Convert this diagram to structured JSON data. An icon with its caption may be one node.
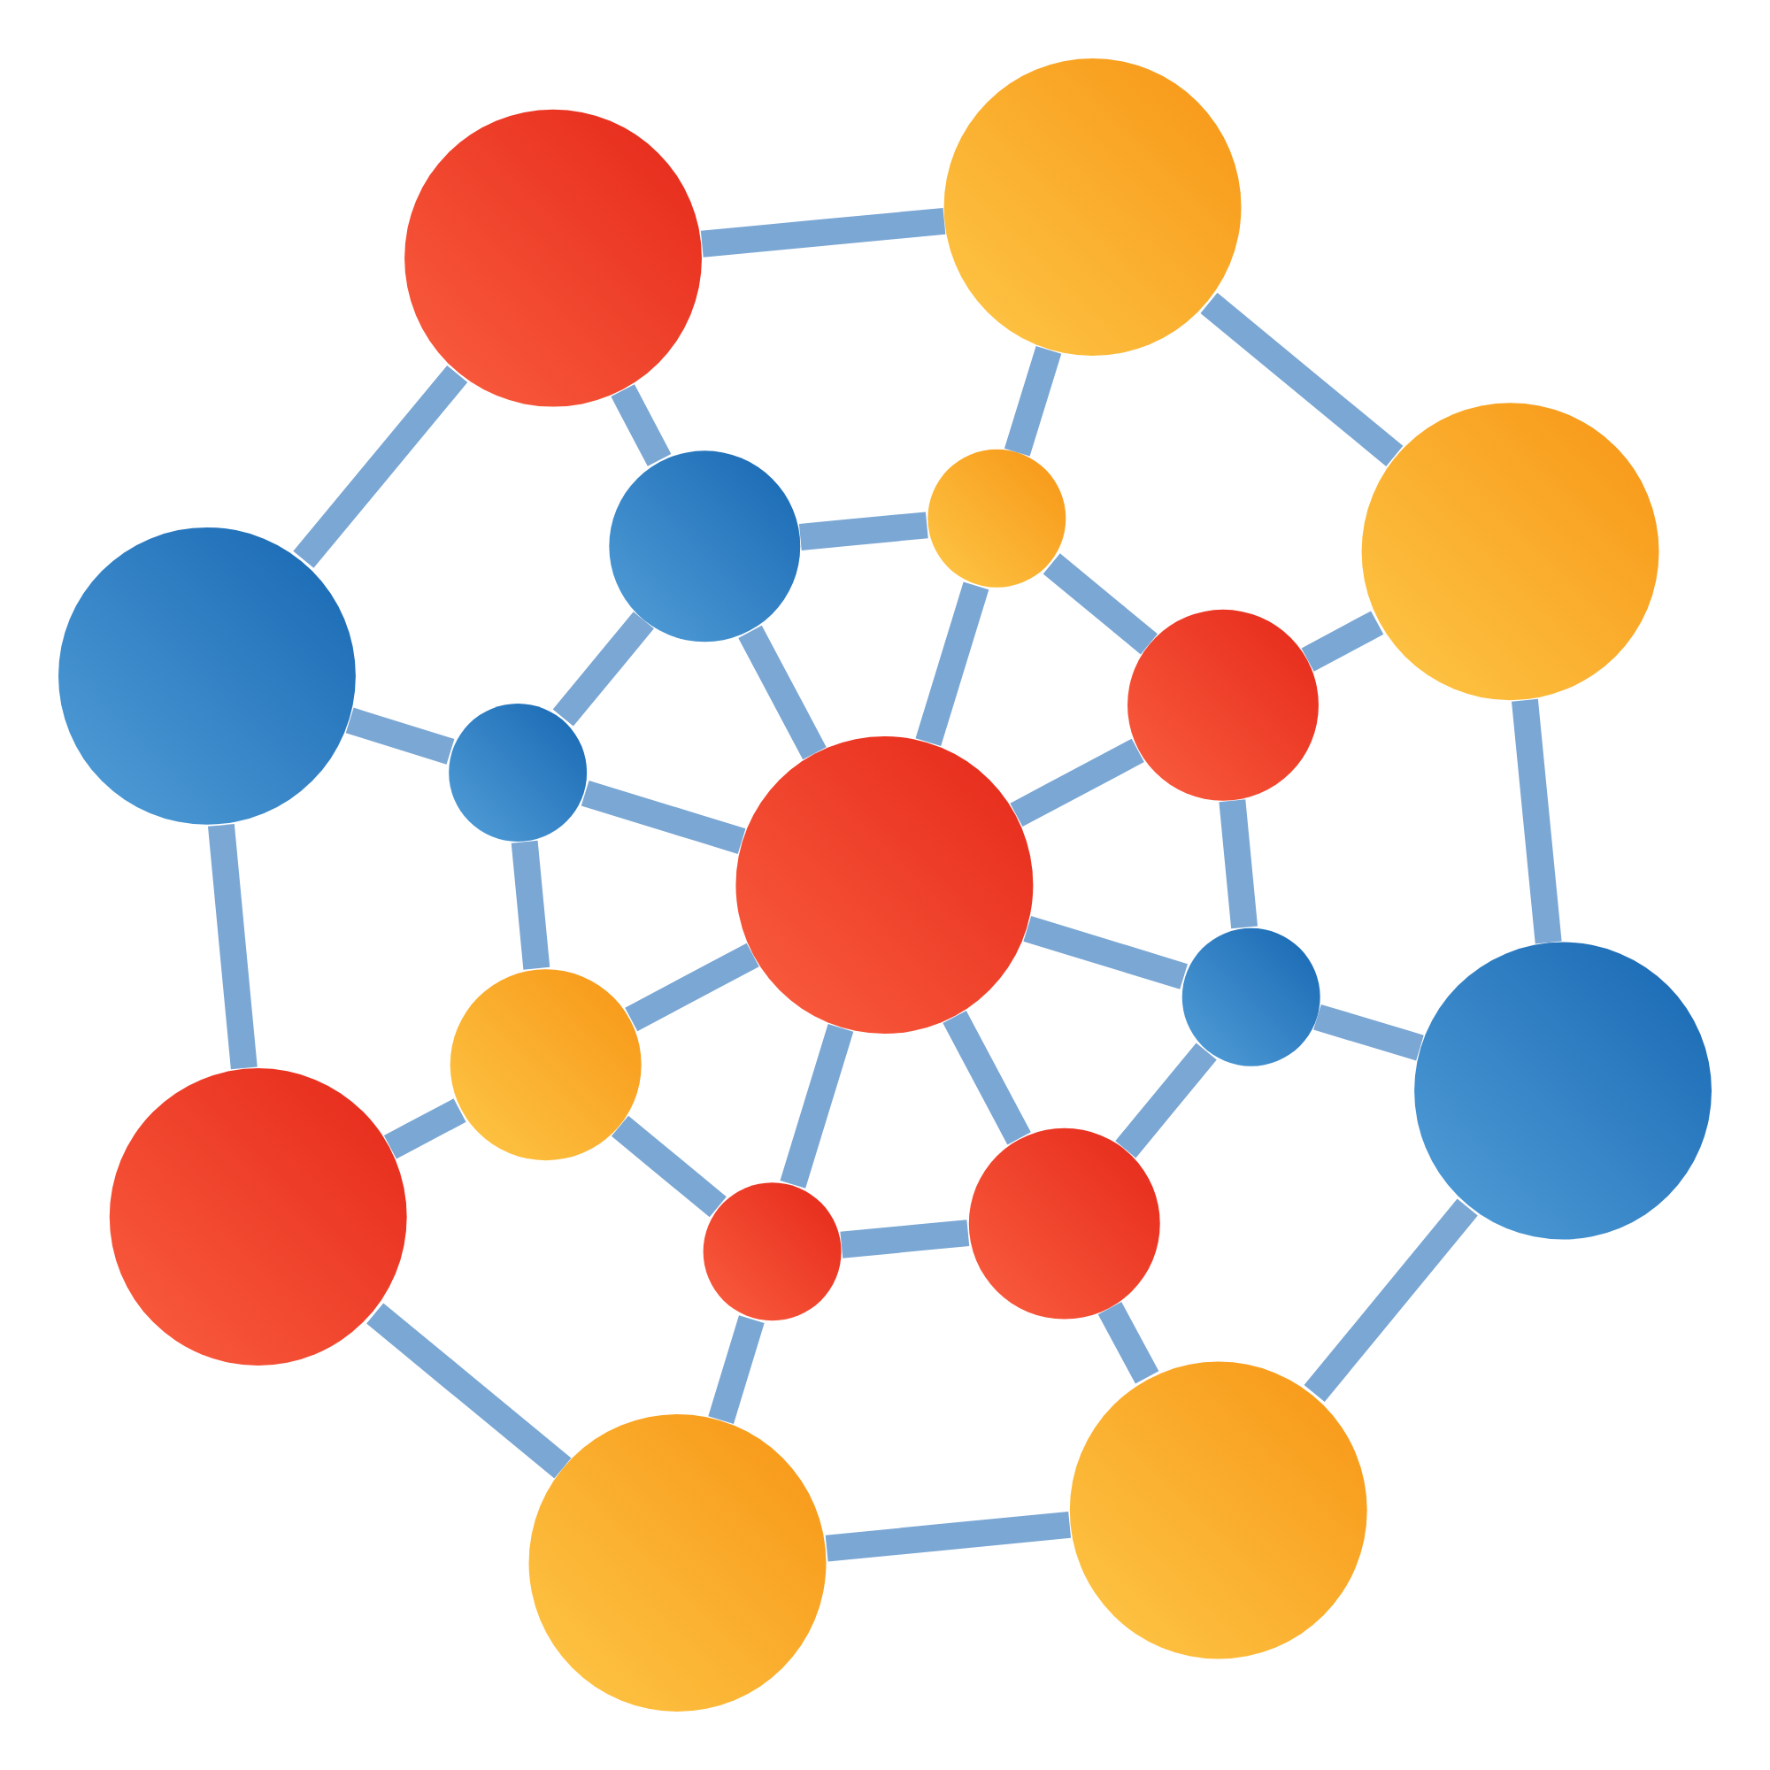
{
  "diagram": {
    "nodes": [
      {
        "text": [],
        "shape": "circle"
      },
      {
        "text": [],
        "shape": "circle"
      },
      {
        "text": [],
        "shape": "circle"
      },
      {
        "text": [],
        "shape": "circle"
      },
      {
        "text": [],
        "shape": "circle"
      },
      {
        "text": [],
        "shape": "circle"
      },
      {
        "text": [],
        "shape": "circle"
      },
      {
        "text": [],
        "shape": "circle"
      },
      {
        "text": [],
        "shape": "circle"
      },
      {
        "text": [],
        "shape": "circle"
      },
      {
        "text": [],
        "shape": "circle"
      },
      {
        "text": [],
        "shape": "circle"
      },
      {
        "text": [],
        "shape": "circle"
      },
      {
        "text": [],
        "shape": "circle"
      },
      {
        "text": [],
        "shape": "circle"
      },
      {
        "text": [],
        "shape": "circle"
      },
      {
        "text": [],
        "shape": "circle"
      }
    ],
    "edges": [
      {
        "from": 1,
        "to": 0,
        "arrow": "none"
      },
      {
        "from": 0,
        "to": 2,
        "arrow": "none"
      },
      {
        "from": 0,
        "to": 3,
        "arrow": "none"
      },
      {
        "from": 1,
        "to": 4,
        "arrow": "none"
      },
      {
        "from": 2,
        "to": 5,
        "arrow": "none"
      },
      {
        "from": 4,
        "to": 3,
        "arrow": "none"
      },
      {
        "from": 3,
        "to": 5,
        "arrow": "none"
      },
      {
        "from": 3,
        "to": 8,
        "arrow": "none"
      },
      {
        "from": 4,
        "to": 8,
        "arrow": "none"
      },
      {
        "from": 5,
        "to": 8,
        "arrow": "none"
      },
      {
        "from": 1,
        "to": 6,
        "arrow": "none"
      },
      {
        "from": 2,
        "to": 10,
        "arrow": "none"
      },
      {
        "from": 4,
        "to": 7,
        "arrow": "none"
      },
      {
        "from": 5,
        "to": 9,
        "arrow": "none"
      },
      {
        "from": 6,
        "to": 7,
        "arrow": "none"
      },
      {
        "from": 7,
        "to": 8,
        "arrow": "none"
      },
      {
        "from": 8,
        "to": 9,
        "arrow": "none"
      },
      {
        "from": 9,
        "to": 10,
        "arrow": "none"
      },
      {
        "from": 7,
        "to": 11,
        "arrow": "none"
      },
      {
        "from": 8,
        "to": 11,
        "arrow": "none"
      },
      {
        "from": 8,
        "to": 13,
        "arrow": "none"
      },
      {
        "from": 8,
        "to": 12,
        "arrow": "none"
      },
      {
        "from": 9,
        "to": 12,
        "arrow": "none"
      },
      {
        "from": 6,
        "to": 14,
        "arrow": "none"
      },
      {
        "from": 10,
        "to": 15,
        "arrow": "none"
      },
      {
        "from": 11,
        "to": 13,
        "arrow": "none"
      },
      {
        "from": 13,
        "to": 12,
        "arrow": "none"
      },
      {
        "from": 11,
        "to": 14,
        "arrow": "none"
      },
      {
        "from": 12,
        "to": 15,
        "arrow": "none"
      },
      {
        "from": 13,
        "to": 16,
        "arrow": "none"
      },
      {
        "from": 14,
        "to": 16,
        "arrow": "none"
      },
      {
        "from": 16,
        "to": 15,
        "arrow": "none"
      }
    ]
  }
}
